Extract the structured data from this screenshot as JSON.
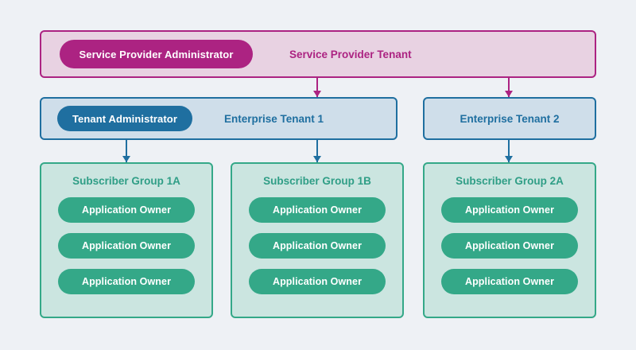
{
  "diagram": {
    "background_color": "#eef1f5",
    "provider": {
      "admin_pill": "Service Provider Administrator",
      "tenant_label": "Service Provider Tenant",
      "accent_color": "#ac2382",
      "fill_color": "#e8d2e2"
    },
    "tenants": [
      {
        "admin_pill": "Tenant Administrator",
        "label": "Enterprise Tenant 1",
        "has_admin_pill": true
      },
      {
        "admin_pill": "",
        "label": "Enterprise Tenant 2",
        "has_admin_pill": false
      }
    ],
    "tenant_style": {
      "accent_color": "#1f6fa0",
      "fill_color": "#cfdeea"
    },
    "groups": [
      {
        "title": "Subscriber Group 1A",
        "members": [
          "Application Owner",
          "Application Owner",
          "Application Owner"
        ]
      },
      {
        "title": "Subscriber Group 1B",
        "members": [
          "Application Owner",
          "Application Owner",
          "Application Owner"
        ]
      },
      {
        "title": "Subscriber Group 2A",
        "members": [
          "Application Owner",
          "Application Owner",
          "Application Owner"
        ]
      }
    ],
    "group_style": {
      "accent_color": "#34a888",
      "fill_color": "#cbe5e0",
      "title_color": "#2f9e86"
    }
  }
}
